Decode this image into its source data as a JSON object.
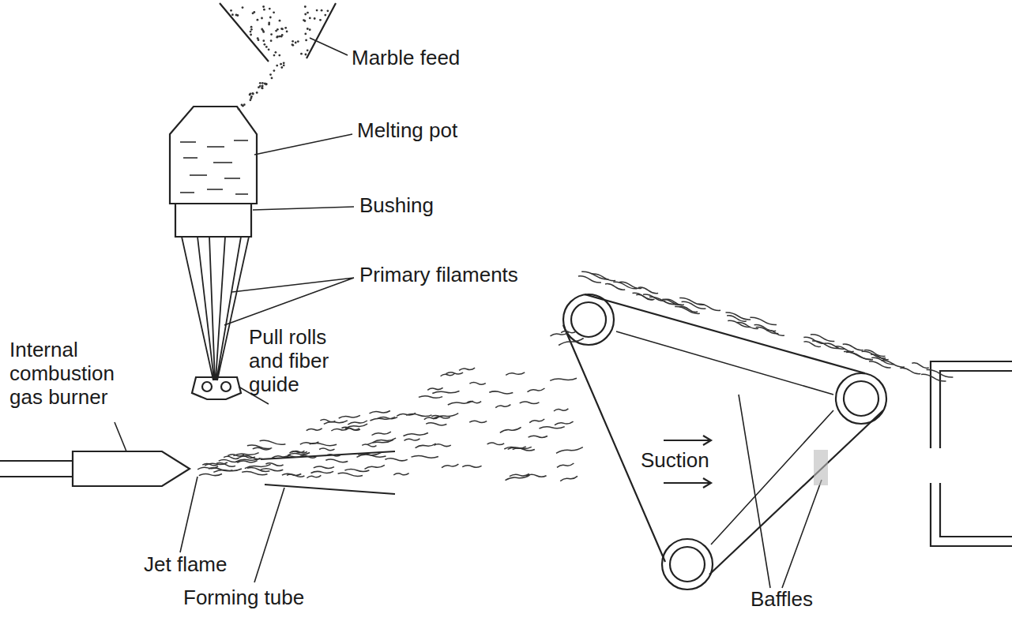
{
  "diagram": {
    "labels": [
      "Marble feed",
      "Melting pot",
      "Bushing",
      "Primary filaments",
      "Pull rolls and fiber guide",
      "Internal combustion gas burner",
      "Jet flame",
      "Forming tube",
      "Suction",
      "Baffles"
    ]
  }
}
